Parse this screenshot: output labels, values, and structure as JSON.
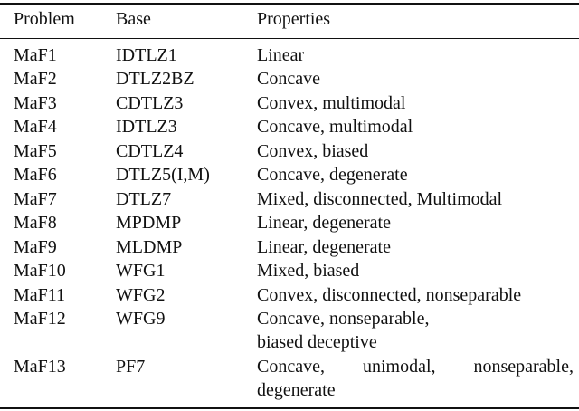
{
  "table": {
    "headers": [
      "Problem",
      "Base",
      "Properties"
    ],
    "rows": [
      {
        "problem": "MaF1",
        "base": "IDTLZ1",
        "properties": [
          "Linear"
        ]
      },
      {
        "problem": "MaF2",
        "base": "DTLZ2BZ",
        "properties": [
          "Concave"
        ]
      },
      {
        "problem": "MaF3",
        "base": "CDTLZ3",
        "properties": [
          "Convex, multimodal"
        ]
      },
      {
        "problem": "MaF4",
        "base": "IDTLZ3",
        "properties": [
          "Concave, multimodal"
        ]
      },
      {
        "problem": "MaF5",
        "base": "CDTLZ4",
        "properties": [
          "Convex, biased"
        ]
      },
      {
        "problem": "MaF6",
        "base": "DTLZ5(I,M)",
        "properties": [
          "Concave, degenerate"
        ]
      },
      {
        "problem": "MaF7",
        "base": "DTLZ7",
        "properties": [
          "Mixed, disconnected, Multimodal"
        ]
      },
      {
        "problem": "MaF8",
        "base": "MPDMP",
        "properties": [
          "Linear, degenerate"
        ]
      },
      {
        "problem": "MaF9",
        "base": "MLDMP",
        "properties": [
          "Linear, degenerate"
        ]
      },
      {
        "problem": "MaF10",
        "base": "WFG1",
        "properties": [
          "Mixed, biased"
        ]
      },
      {
        "problem": "MaF11",
        "base": "WFG2",
        "properties": [
          "Convex, disconnected, nonseparable"
        ]
      },
      {
        "problem": "MaF12",
        "base": "WFG9",
        "properties": [
          "Concave, nonseparable,",
          "biased deceptive"
        ]
      },
      {
        "problem": "MaF13",
        "base": "PF7",
        "properties": [
          "Concave, unimodal, nonseparable,",
          "degenerate"
        ]
      }
    ]
  }
}
